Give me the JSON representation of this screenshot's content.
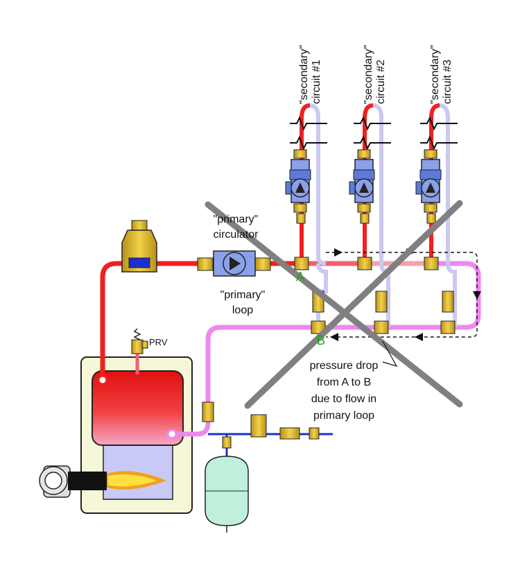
{
  "labels": {
    "secondary_word": "\"secondary\"",
    "circuit_1": "circuit #1",
    "circuit_2": "circuit #2",
    "circuit_3": "circuit #3",
    "primary_circulator_1": "\"primary\"",
    "primary_circulator_2": "circulator",
    "primary_loop_1": "\"primary\"",
    "primary_loop_2": "loop",
    "point_a": "A",
    "point_b": "B",
    "prv": "PRV",
    "pressure_drop": [
      "pressure drop",
      "from A to B",
      "due to flow in",
      "primary loop"
    ]
  },
  "colors": {
    "supply": "#f02020",
    "return": "#ee88ee",
    "secondary_return": "#c9c9f2",
    "boiler_shell": "#f5f7d7",
    "firebox": "#c9c9f5",
    "cross": "#808080",
    "brass": "#d9b32a",
    "green_label": "#1aa31a",
    "tank": "#bff0dc"
  }
}
